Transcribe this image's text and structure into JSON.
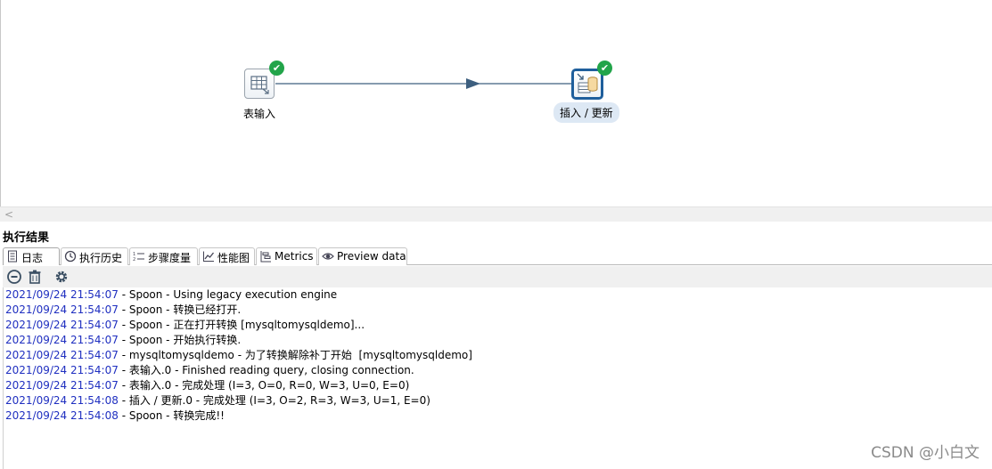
{
  "canvas": {
    "steps": [
      {
        "label": "表输入",
        "icon": "table-input-icon",
        "status": "success"
      },
      {
        "label": "插入 / 更新",
        "icon": "insert-update-icon",
        "status": "success"
      }
    ]
  },
  "results": {
    "title": "执行结果",
    "tabs": [
      {
        "label": "日志",
        "icon": "log-icon"
      },
      {
        "label": "执行历史",
        "icon": "history-icon"
      },
      {
        "label": "步骤度量",
        "icon": "step-metrics-icon"
      },
      {
        "label": "性能图",
        "icon": "performance-chart-icon"
      },
      {
        "label": "Metrics",
        "icon": "metrics-icon"
      },
      {
        "label": "Preview data",
        "icon": "preview-icon"
      }
    ],
    "toolbar": [
      "stop-icon",
      "trash-icon",
      "settings-icon"
    ],
    "log": [
      {
        "ts": "2021/09/24 21:54:07",
        "msg": " - Spoon - Using legacy execution engine"
      },
      {
        "ts": "2021/09/24 21:54:07",
        "msg": " - Spoon - 转换已经打开."
      },
      {
        "ts": "2021/09/24 21:54:07",
        "msg": " - Spoon - 正在打开转换 [mysqltomysqldemo]..."
      },
      {
        "ts": "2021/09/24 21:54:07",
        "msg": " - Spoon - 开始执行转换."
      },
      {
        "ts": "2021/09/24 21:54:07",
        "msg": " - mysqltomysqldemo - 为了转换解除补丁开始  [mysqltomysqldemo]"
      },
      {
        "ts": "2021/09/24 21:54:07",
        "msg": " - 表输入.0 - Finished reading query, closing connection."
      },
      {
        "ts": "2021/09/24 21:54:07",
        "msg": " - 表输入.0 - 完成处理 (I=3, O=0, R=0, W=3, U=0, E=0)"
      },
      {
        "ts": "2021/09/24 21:54:08",
        "msg": " - 插入 / 更新.0 - 完成处理 (I=3, O=2, R=3, W=3, U=1, E=0)"
      },
      {
        "ts": "2021/09/24 21:54:08",
        "msg": " - Spoon - 转换完成!!"
      }
    ]
  },
  "watermark": "CSDN @小白文",
  "colors": {
    "timestamp": "#1f2fc0",
    "success": "#22a44a",
    "selected_border": "#1f5f9c",
    "hop_line": "#3d5f7f"
  }
}
